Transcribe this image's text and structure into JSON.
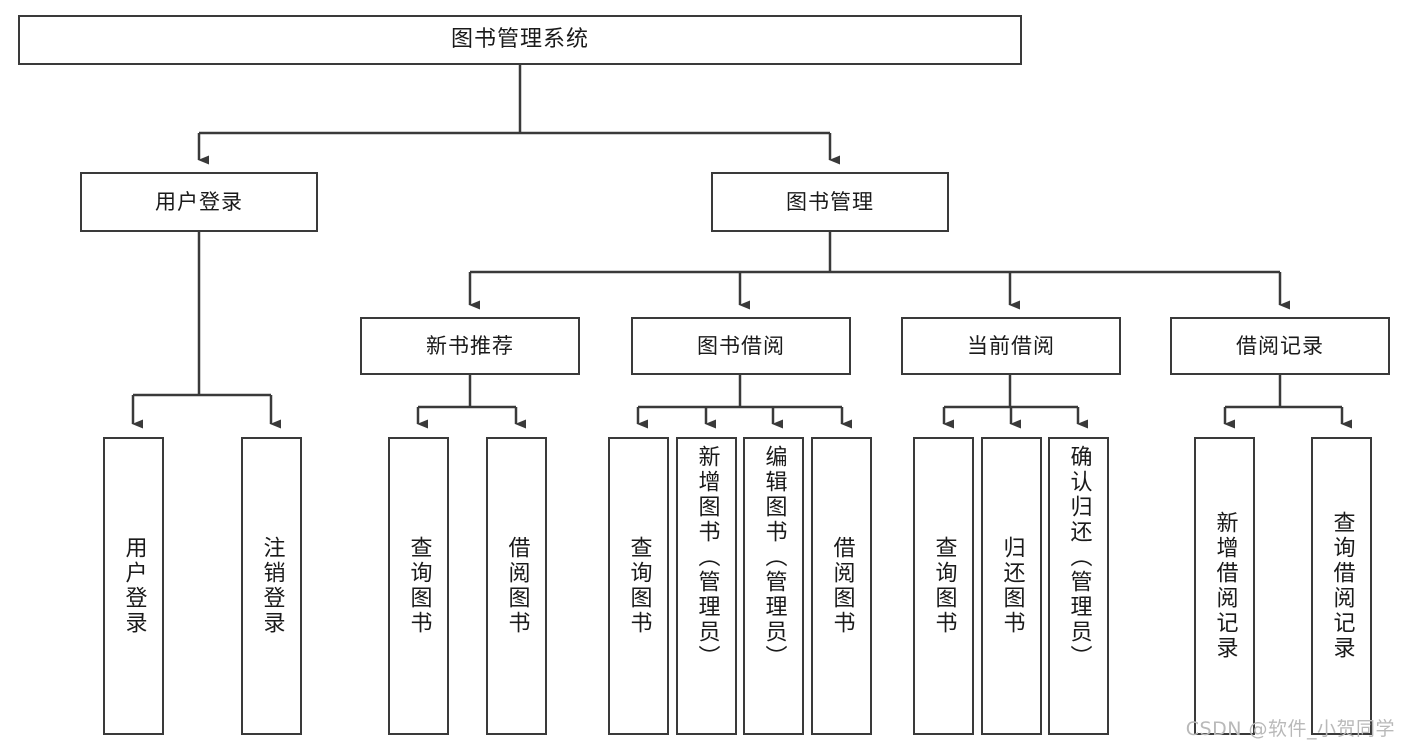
{
  "diagram": {
    "title": "图书管理系统",
    "type": "tree",
    "root": {
      "label": "图书管理系统"
    },
    "level1": [
      {
        "label": "用户登录"
      },
      {
        "label": "图书管理"
      }
    ],
    "level2": [
      {
        "label": "新书推荐"
      },
      {
        "label": "图书借阅"
      },
      {
        "label": "当前借阅"
      },
      {
        "label": "借阅记录"
      }
    ],
    "leaves": {
      "user_login": [
        {
          "label": "用户登录"
        },
        {
          "label": "注销登录"
        }
      ],
      "new_book": [
        {
          "label": "查询图书"
        },
        {
          "label": "借阅图书"
        }
      ],
      "borrow_book": [
        {
          "label": "查询图书"
        },
        {
          "label": "新增图书（管理员）"
        },
        {
          "label": "编辑图书（管理员）"
        },
        {
          "label": "借阅图书"
        }
      ],
      "current_borrow": [
        {
          "label": "查询图书"
        },
        {
          "label": "归还图书"
        },
        {
          "label": "确认归还（管理员）"
        }
      ],
      "borrow_record": [
        {
          "label": "新增借阅记录"
        },
        {
          "label": "查询借阅记录"
        }
      ]
    }
  },
  "watermark": {
    "text": "CSDN @软件_小贺同学"
  },
  "colors": {
    "stroke": "#3a3a3a",
    "text": "#1a1a1a",
    "background": "#ffffff",
    "watermark": "#b9b9b9"
  }
}
